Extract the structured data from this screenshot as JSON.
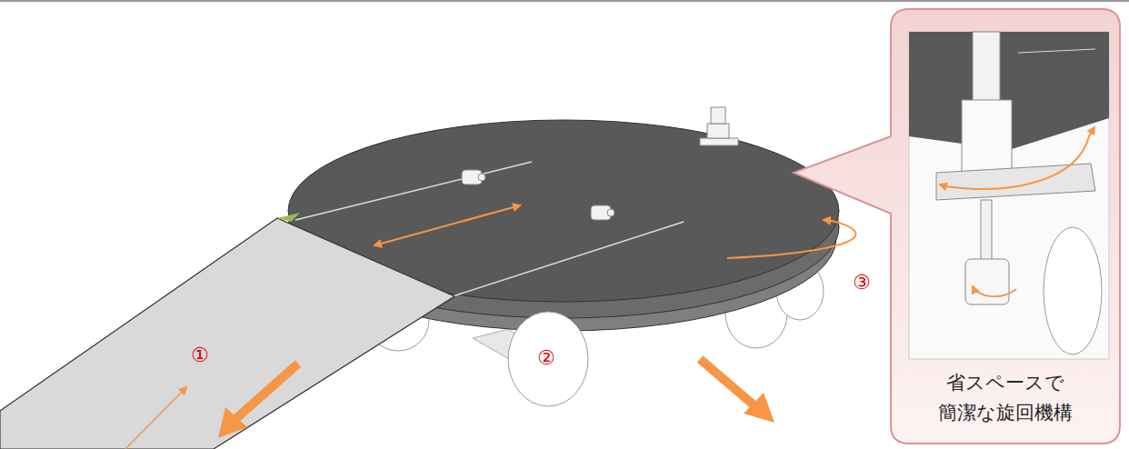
{
  "diagram": {
    "nodes": [
      {
        "text": [
          "省スペースで 簡潔な旋回機構"
        ]
      }
    ],
    "labels": [
      "①",
      "②",
      "③"
    ]
  }
}
